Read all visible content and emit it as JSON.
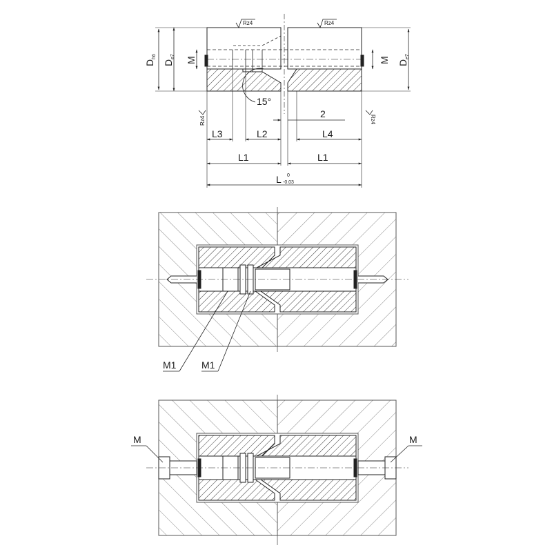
{
  "top_view": {
    "surface_mark": "Rz4",
    "dia_left_main": "D",
    "dia_left_main_sub": "h6",
    "dia_left_inner": "D",
    "dia_left_inner_sub": "e7",
    "dia_right": "D",
    "dia_right_sub": "e7",
    "thread": "M",
    "angle": "15°",
    "gap": "2",
    "l1": "L1",
    "l2": "L2",
    "l3": "L3",
    "l4": "L4",
    "total": "L",
    "tol_upper": "0",
    "tol_lower": "-0.03"
  },
  "middle_view": {
    "callout_1": "M1",
    "callout_2": "M1"
  },
  "bottom_view": {
    "callout_left": "M",
    "callout_right": "M"
  }
}
